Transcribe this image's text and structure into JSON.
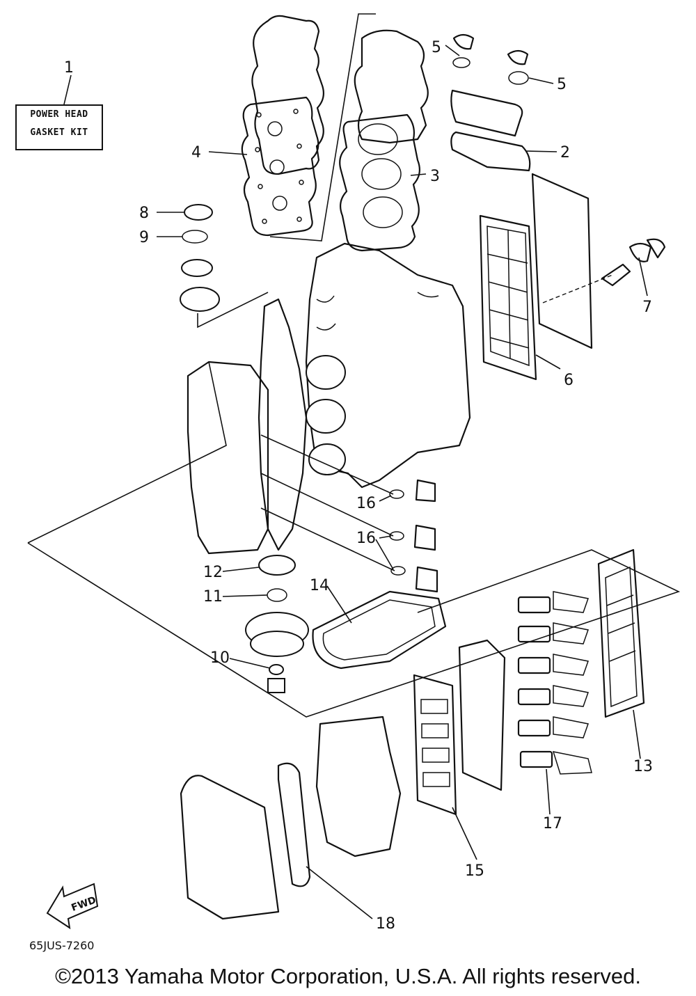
{
  "kit_label": {
    "line1": "POWER HEAD",
    "line2": "GASKET KIT"
  },
  "callouts": [
    "1",
    "2",
    "3",
    "4",
    "5",
    "5",
    "6",
    "7",
    "8",
    "9",
    "10",
    "11",
    "12",
    "13",
    "14",
    "15",
    "16",
    "16",
    "17",
    "18"
  ],
  "fwd_label": "FWD",
  "drawing_code": "65JUS-7260",
  "copyright": "©2013 Yamaha Motor Corporation, U.S.A. All rights reserved."
}
